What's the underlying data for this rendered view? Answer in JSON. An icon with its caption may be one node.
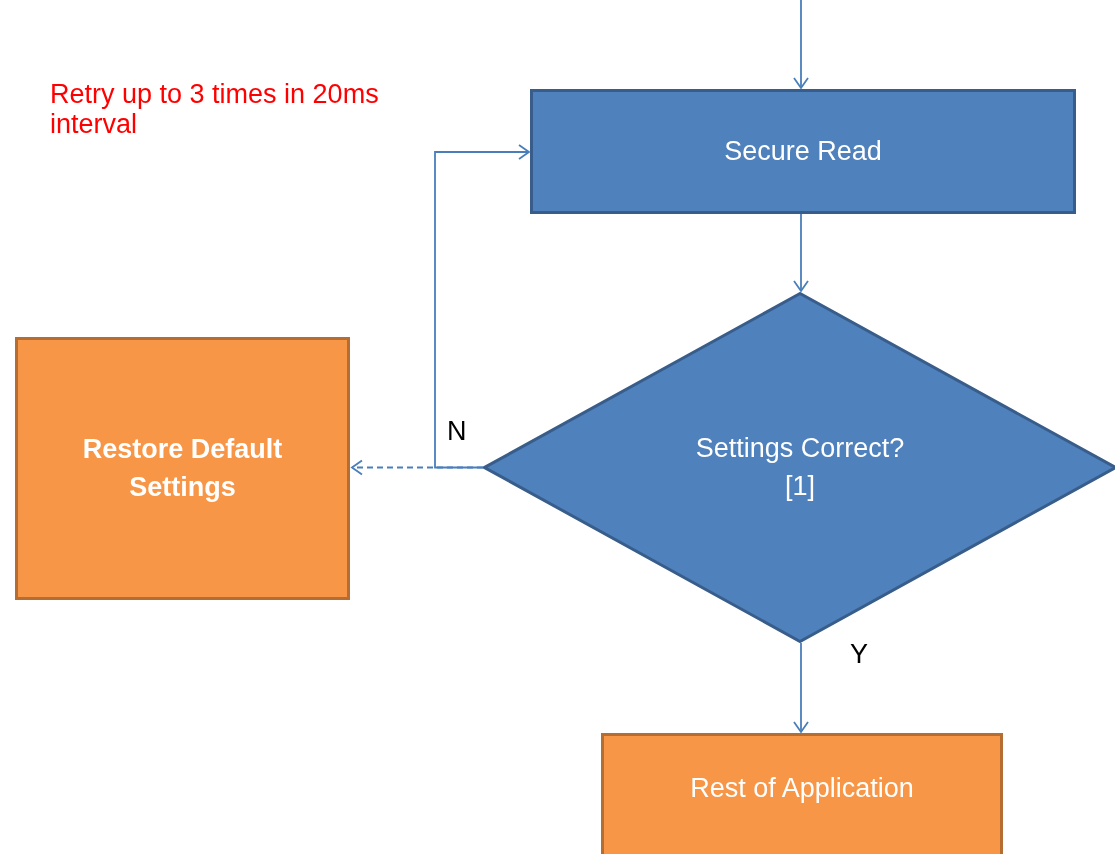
{
  "diagram": {
    "nodes": [
      {
        "text": [
          "Secure Read"
        ]
      },
      {
        "text": [
          "Settings Correct? [1]"
        ]
      },
      {
        "text": [
          "Restore Default Settings"
        ]
      },
      {
        "text": [
          "Rest of Application"
        ]
      }
    ],
    "edges": [
      {
        "from": null,
        "to": 0,
        "arrow": "to"
      },
      {
        "from": 0,
        "to": 1,
        "arrow": "to"
      },
      {
        "from": 1,
        "to": 0,
        "arrow": "to",
        "label": "N"
      },
      {
        "from": 1,
        "to": 2,
        "arrow": "to",
        "style": "dashed"
      },
      {
        "from": 1,
        "to": 3,
        "arrow": "to",
        "label": "Y"
      }
    ],
    "labels": [
      "Retry up to 3 times in 20ms interval"
    ]
  }
}
